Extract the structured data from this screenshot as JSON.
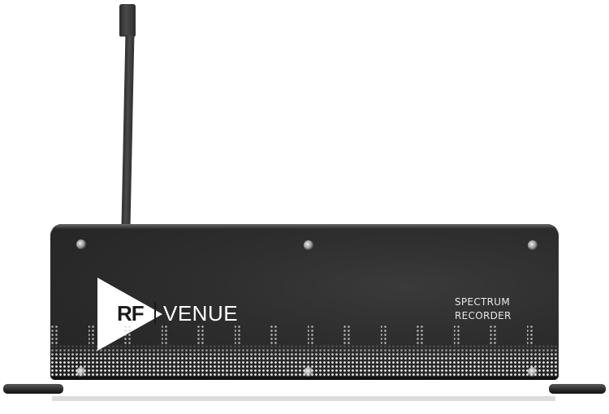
{
  "image": {
    "subject": "RF Venue Spectrum Recorder hardware device with antenna",
    "background_color": "#ffffff",
    "body_color": "#2e2e2e"
  },
  "device": {
    "brand": {
      "rf": "RF",
      "venue": "VENUE"
    },
    "label": {
      "line1": "SPECTRUM",
      "line2": "RECORDER"
    }
  }
}
